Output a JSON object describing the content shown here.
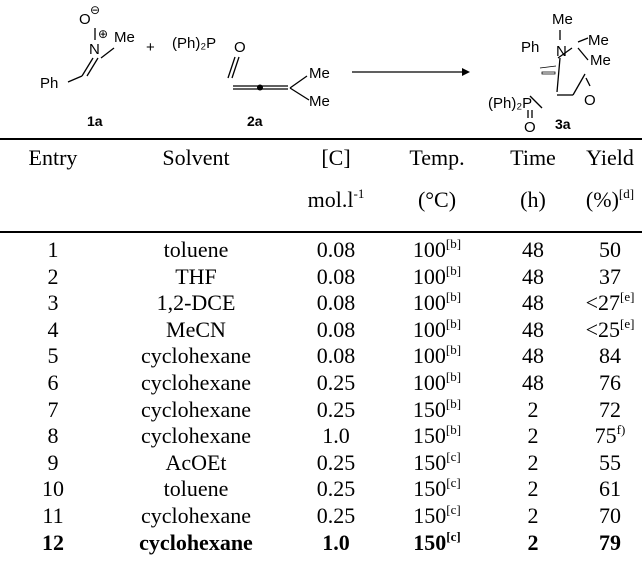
{
  "scheme": {
    "reactant1": {
      "label": "1a",
      "atoms": {
        "o": "O",
        "n": "N",
        "o_charge": "⊖",
        "n_charge": "⊕",
        "me": "Me",
        "ph": "Ph"
      }
    },
    "plus": "+",
    "reactant2": {
      "label": "2a",
      "atoms": {
        "p": "(Ph)₂P",
        "o": "O",
        "me_top": "Me",
        "me_bottom": "Me"
      }
    },
    "product": {
      "label": "3a",
      "atoms": {
        "ph": "Ph",
        "n": "N",
        "me_n": "Me",
        "me_1": "Me",
        "me_2": "Me",
        "o_ketone": "O",
        "p": "(Ph)₂P",
        "o_p": "O"
      }
    }
  },
  "table": {
    "headers": [
      {
        "line1": "Entry",
        "line2": "",
        "sup": ""
      },
      {
        "line1": "Solvent",
        "line2": "",
        "sup": ""
      },
      {
        "line1": "[C]",
        "line2": "mol.l",
        "sup": "-1"
      },
      {
        "line1": "Temp.",
        "line2": "(°C)",
        "sup": ""
      },
      {
        "line1": "Time",
        "line2": "(h)",
        "sup": ""
      },
      {
        "line1": "Yield",
        "line2": "(%)",
        "sup": "[d]"
      }
    ],
    "rows": [
      {
        "entry": "1",
        "solvent": "toluene",
        "conc": "0.08",
        "temp": "100",
        "temp_note": "[b]",
        "time": "48",
        "yield": "50",
        "yield_note": ""
      },
      {
        "entry": "2",
        "solvent": "THF",
        "conc": "0.08",
        "temp": "100",
        "temp_note": "[b]",
        "time": "48",
        "yield": "37",
        "yield_note": ""
      },
      {
        "entry": "3",
        "solvent": "1,2-DCE",
        "conc": "0.08",
        "temp": "100",
        "temp_note": "[b]",
        "time": "48",
        "yield": "<27",
        "yield_note": "[e]"
      },
      {
        "entry": "4",
        "solvent": "MeCN",
        "conc": "0.08",
        "temp": "100",
        "temp_note": "[b]",
        "time": "48",
        "yield": "<25",
        "yield_note": "[e]"
      },
      {
        "entry": "5",
        "solvent": "cyclohexane",
        "conc": "0.08",
        "temp": "100",
        "temp_note": "[b]",
        "time": "48",
        "yield": "84",
        "yield_note": ""
      },
      {
        "entry": "6",
        "solvent": "cyclohexane",
        "conc": "0.25",
        "temp": "100",
        "temp_note": "[b]",
        "time": "48",
        "yield": "76",
        "yield_note": ""
      },
      {
        "entry": "7",
        "solvent": "cyclohexane",
        "conc": "0.25",
        "temp": "150",
        "temp_note": "[b]",
        "time": "2",
        "yield": "72",
        "yield_note": ""
      },
      {
        "entry": "8",
        "solvent": "cyclohexane",
        "conc": "1.0",
        "temp": "150",
        "temp_note": "[b]",
        "time": "2",
        "yield": "75",
        "yield_note": "f)"
      },
      {
        "entry": "9",
        "solvent": "AcOEt",
        "conc": "0.25",
        "temp": "150",
        "temp_note": "[c]",
        "time": "2",
        "yield": "55",
        "yield_note": ""
      },
      {
        "entry": "10",
        "solvent": "toluene",
        "conc": "0.25",
        "temp": "150",
        "temp_note": "[c]",
        "time": "2",
        "yield": "61",
        "yield_note": ""
      },
      {
        "entry": "11",
        "solvent": "cyclohexane",
        "conc": "0.25",
        "temp": "150",
        "temp_note": "[c]",
        "time": "2",
        "yield": "70",
        "yield_note": ""
      },
      {
        "entry": "12",
        "solvent": "cyclohexane",
        "conc": "1.0",
        "temp": "150",
        "temp_note": "[c]",
        "time": "2",
        "yield": "79",
        "yield_note": "",
        "bold": true
      }
    ]
  }
}
